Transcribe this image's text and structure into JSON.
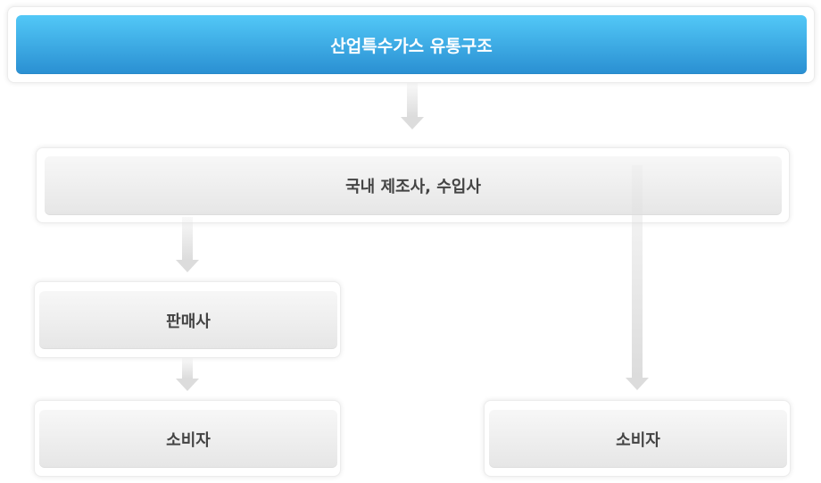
{
  "diagram": {
    "title": "산업특수가스 유통구조",
    "nodes": {
      "manufacturer": "국내 제조사, 수입사",
      "retailer": "판매사",
      "consumer_left": "소비자",
      "consumer_right": "소비자"
    },
    "colors": {
      "title_gradient_top": "#52c8f7",
      "title_gradient_bottom": "#2a8fd2",
      "box_gradient_top": "#f7f7f7",
      "box_gradient_bottom": "#e6e6e6",
      "arrow": "#dcdcdc",
      "text": "#444444"
    }
  }
}
